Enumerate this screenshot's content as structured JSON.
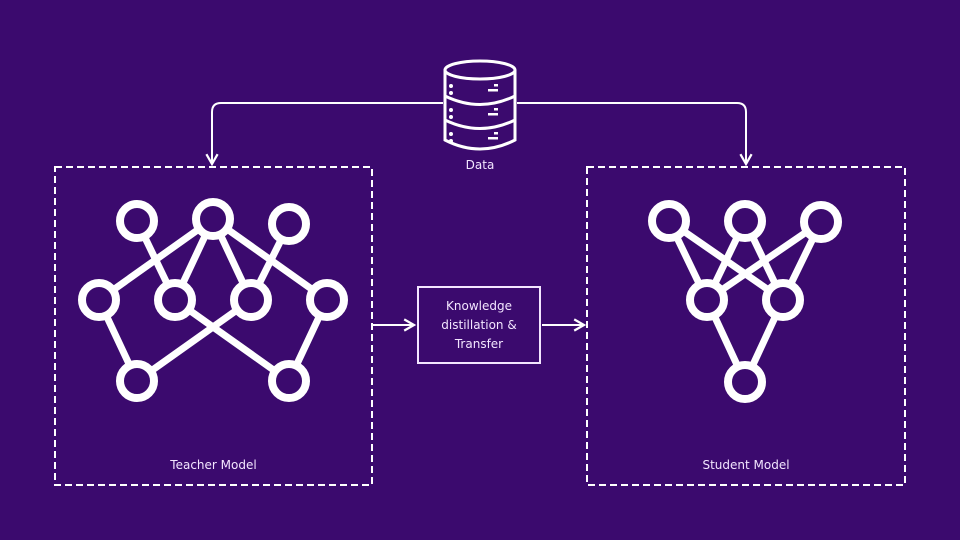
{
  "colors": {
    "background": "#3b0a6e",
    "foreground": "#ffffff",
    "label": "#f3e6ff"
  },
  "data_source": {
    "label": "Data",
    "icon": "database-icon"
  },
  "teacher": {
    "label": "Teacher Model",
    "layers": [
      3,
      4,
      2
    ]
  },
  "student": {
    "label": "Student Model",
    "layers": [
      3,
      2,
      1
    ]
  },
  "transfer": {
    "line1": "Knowledge",
    "line2": "distillation &",
    "line3": "Transfer"
  }
}
